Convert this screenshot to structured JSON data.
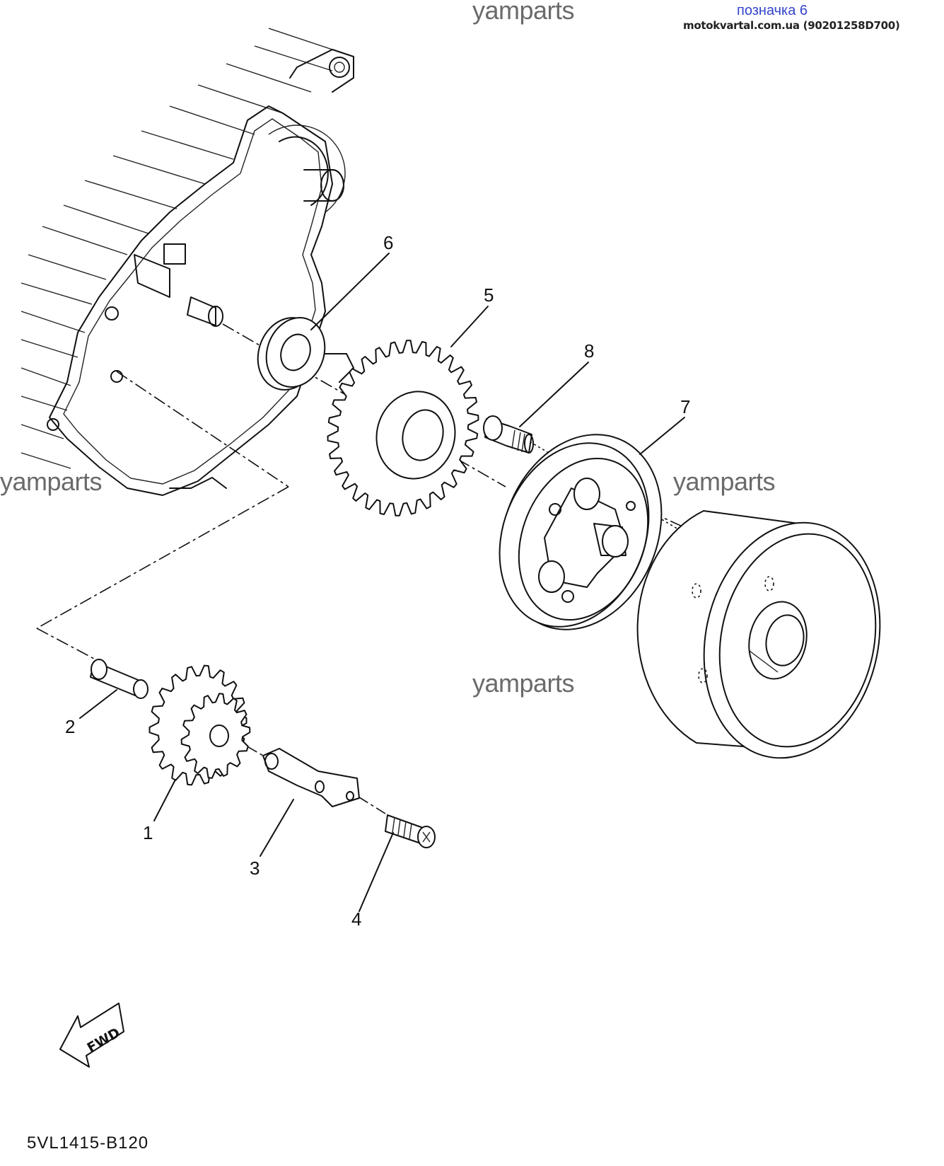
{
  "watermarks": [
    "yamparts",
    "yamparts",
    "yamparts",
    "yamparts"
  ],
  "header": {
    "marker": "позначка 6",
    "site": "motokvartal.com.ua (90201258D700)"
  },
  "callouts": [
    {
      "id": "1",
      "label": "1"
    },
    {
      "id": "2",
      "label": "2"
    },
    {
      "id": "3",
      "label": "3"
    },
    {
      "id": "4",
      "label": "4"
    },
    {
      "id": "5",
      "label": "5"
    },
    {
      "id": "6",
      "label": "6"
    },
    {
      "id": "7",
      "label": "7"
    },
    {
      "id": "8",
      "label": "8"
    }
  ],
  "fwd_label": "FWD",
  "diagram_code": "5VL1415-B120"
}
